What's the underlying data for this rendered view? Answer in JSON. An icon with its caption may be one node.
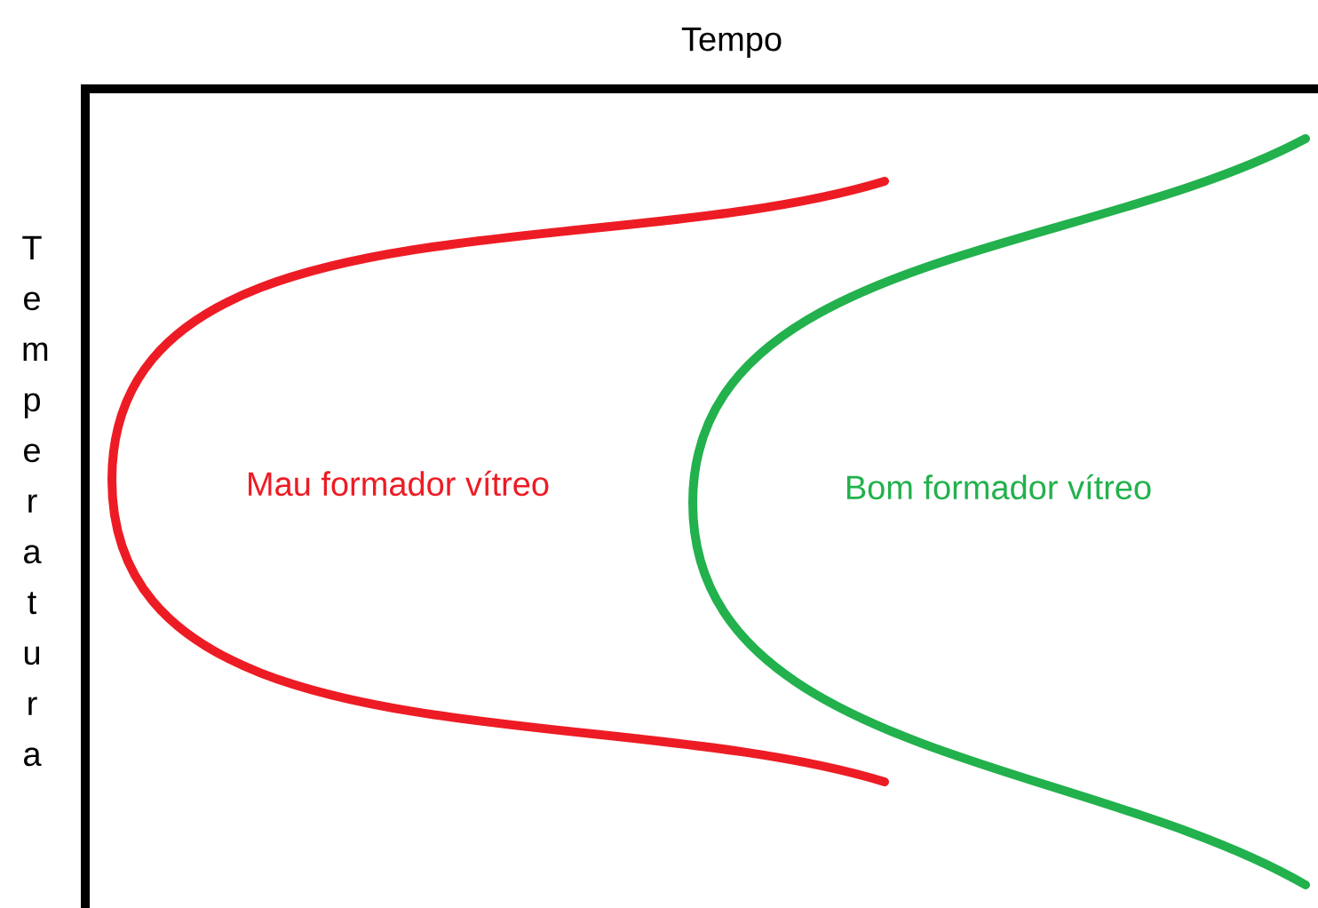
{
  "diagram": {
    "labels": [
      "Tempo",
      "Temperatura",
      "Mau formador vítreo",
      "Bom formador vítreo"
    ]
  }
}
